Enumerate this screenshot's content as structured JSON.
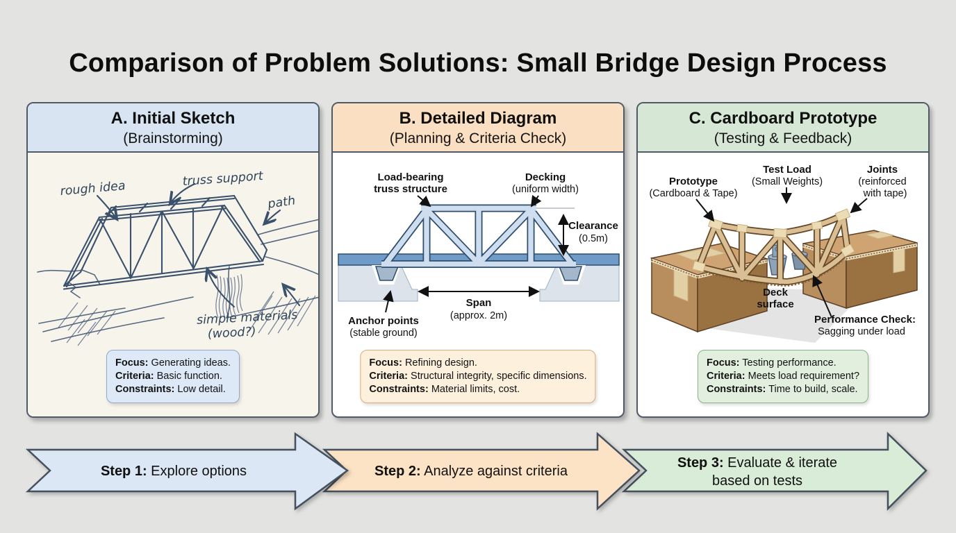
{
  "page": {
    "title": "Comparison of Problem Solutions: Small Bridge Design Process"
  },
  "colors": {
    "background": "#e3e3e1",
    "panel_border": "#4e5a66",
    "header_a": "#d8e4f2",
    "header_b": "#fbdfc2",
    "header_c": "#d6e7d5",
    "sketch_ink": "#3a506b",
    "truss_fill": "#cfdeee",
    "truss_outline": "#2e4d6e",
    "water_band": "#6f9bc8",
    "cardboard_top": "#cfa472",
    "cardboard_front": "#b98e5f",
    "cardboard_side": "#9a7141",
    "tape": "#e3cfa4",
    "weight": "#8fa3b8"
  },
  "panels": [
    {
      "title": "A. Initial Sketch",
      "subtitle": "(Brainstorming)",
      "info": {
        "focus_label": "Focus:",
        "focus": "Generating ideas.",
        "criteria_label": "Criteria:",
        "criteria": "Basic function.",
        "constraints_label": "Constraints:",
        "constraints": "Low detail."
      },
      "annotations": {
        "rough_idea": "rough idea",
        "truss_support": "truss support",
        "path": "path",
        "simple_materials_1": "simple materials",
        "simple_materials_2": "(wood?)"
      }
    },
    {
      "title": "B. Detailed Diagram",
      "subtitle": "(Planning & Criteria Check)",
      "info": {
        "focus_label": "Focus:",
        "focus": "Refining design.",
        "criteria_label": "Criteria:",
        "criteria": "Structural integrity, specific dimensions.",
        "constraints_label": "Constraints:",
        "constraints": "Material limits, cost."
      },
      "annotations": {
        "load_bearing_1": "Load-bearing",
        "load_bearing_2": "truss structure",
        "decking_1": "Decking",
        "decking_2": "(uniform width)",
        "clearance_1": "Clearance",
        "clearance_2": "(0.5m)",
        "span_1": "Span",
        "span_2": "(approx. 2m)",
        "anchor_1": "Anchor points",
        "anchor_2": "(stable ground)"
      }
    },
    {
      "title": "C. Cardboard Prototype",
      "subtitle": "(Testing & Feedback)",
      "info": {
        "focus_label": "Focus:",
        "focus": "Testing performance.",
        "criteria_label": "Criteria:",
        "criteria": "Meets load requirement?",
        "constraints_label": "Constraints:",
        "constraints": "Time to build, scale."
      },
      "annotations": {
        "prototype_1": "Prototype",
        "prototype_2": "(Cardboard & Tape)",
        "test_load_1": "Test Load",
        "test_load_2": "(Small Weights)",
        "joints_1": "Joints",
        "joints_2": "(reinforced",
        "joints_3": "with tape)",
        "deck_1": "Deck",
        "deck_2": "surface",
        "performance_1": "Performance Check:",
        "performance_2": "Sagging under load"
      }
    }
  ],
  "steps": [
    {
      "label": "Step 1:",
      "text": " Explore options",
      "fill": "#dbe7f4"
    },
    {
      "label": "Step 2:",
      "text": " Analyze against criteria",
      "fill": "#fce3c5"
    },
    {
      "label": "Step 3:",
      "text_1": " Evaluate & iterate",
      "text_2": "based on tests",
      "fill": "#d9ecd8"
    }
  ]
}
